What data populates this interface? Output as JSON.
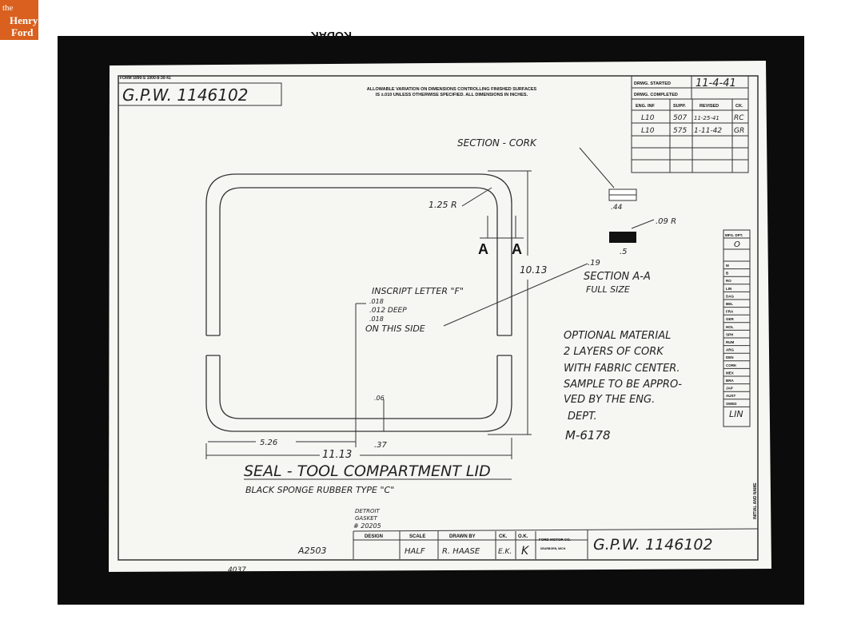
{
  "logo": {
    "line1": "the",
    "line2": "Henry",
    "line3": "Ford",
    "color": "#d9601e"
  },
  "film_edge_text": "KODAK",
  "drawing": {
    "form_number": "FORM 5990-S  1000-8-30-41",
    "number_box": "G.P.W. 1146102",
    "note_line1": "ALLOWABLE VARIATION ON DIMENSIONS CONTROLLING FINISHED SURFACES",
    "note_line2": "IS ±.010 UNLESS OTHERWISE SPECIFIED.   ALL DIMENSIONS IN INCHES.",
    "revision_table": {
      "drwg_started_label": "DRWG. STARTED",
      "drwg_started_value": "11-4-41",
      "drwg_completed_label": "DRWG. COMPLETED",
      "headers": [
        "ENG. INF",
        "SUPP.",
        "REVISED",
        "CK."
      ],
      "rows": [
        [
          "L10",
          "507",
          "11-25-41",
          "RC"
        ],
        [
          "L10",
          "575",
          "1-11-42",
          "GR"
        ]
      ]
    },
    "section_cork": "SECTION - CORK",
    "dim_cork": ".44",
    "dim_radius_125": "1.25 R",
    "dim_radius_09": ".09 R",
    "dim_19": ".19",
    "dim_5": ".5",
    "section_a": "A",
    "section_aa": "SECTION A-A",
    "full_size": "FULL SIZE",
    "dim_1013": "10.13",
    "inscript": [
      "INSCRIPT LETTER \"F\"",
      ".018",
      ".012  DEEP",
      ".018",
      "ON  THIS SIDE"
    ],
    "optional_material": [
      "OPTIONAL MATERIAL",
      "2 LAYERS OF CORK",
      "WITH FABRIC CENTER.",
      "SAMPLE TO BE APPRO-",
      "VED BY THE ENG.",
      "DEPT."
    ],
    "m_number": "M-6178",
    "dim_06": ".06",
    "dim_526": "5.26",
    "dim_37": ".37",
    "dim_1113": "11.13",
    "title": "SEAL - TOOL COMPARTMENT LID",
    "subtitle": "BLACK SPONGE RUBBER TYPE \"C\"",
    "supplier": [
      "DETROIT",
      "GASKET",
      "# 20205"
    ],
    "ref_number": "A2503",
    "bottom_number": "4037",
    "mfg_table": {
      "header": "MFG. DPT.",
      "value": "O",
      "rows": [
        "M",
        "B",
        "RO",
        "LIN",
        "DAG",
        "BEL",
        "FRA",
        "GER",
        "HOL",
        "SPH",
        "RUM",
        "ARG",
        "DEN",
        "CORK",
        "MEX",
        "BRA",
        "JAP",
        "AUST",
        "SWED"
      ],
      "footer": "LIN",
      "side_label": "INITIAL AND NAME"
    },
    "title_block": {
      "headers": [
        "DESIGN",
        "SCALE",
        "DRAWN BY",
        "CK.",
        "O.K."
      ],
      "values": [
        "",
        "HALF",
        "R. HAASE",
        "E.K.",
        "K"
      ],
      "company_line1": "FORD MOTOR CO.",
      "company_line2": "DEARBORN, MICH.",
      "number": "G.P.W. 1146102"
    }
  }
}
